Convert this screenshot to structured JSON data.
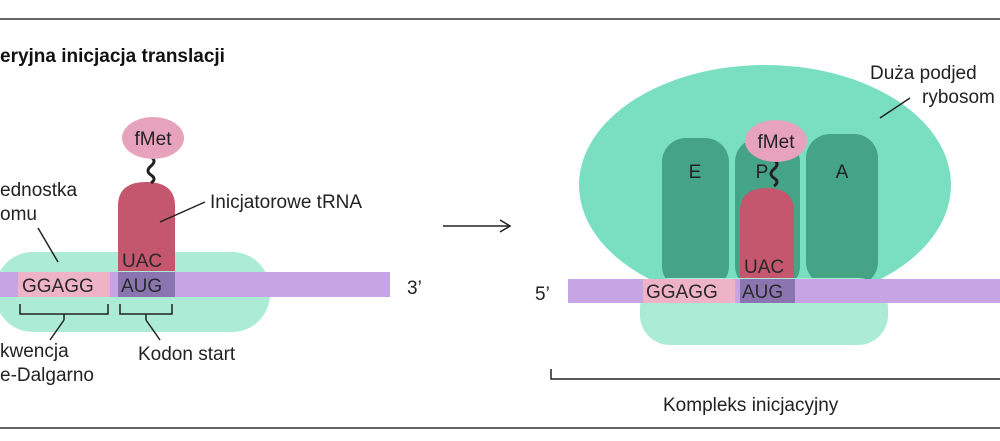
{
  "title": "eryjna inicjacja translacji",
  "colors": {
    "mrna": "#c7a4e3",
    "small_subunit": "#acebd6",
    "large_subunit": "#79dfc0",
    "ribosome_sites": "#45a485",
    "trna": "#c4566d",
    "fmet": "#e7a3bb",
    "shine_dalgarno": "#efb3c8",
    "start_codon": "#8b75b1",
    "line": "#222222"
  },
  "left_panel": {
    "small_subunit_label_line1": "ednostka",
    "small_subunit_label_line2": "omu",
    "shine_dalgarno_seq": "GGAGG",
    "start_codon": "AUG",
    "anticodon": "UAC",
    "fmet_label": "fMet",
    "trna_label": "Inicjatorowe tRNA",
    "three_prime": "3’",
    "sd_label_line1": "kwencja",
    "sd_label_line2": "e-Dalgarno",
    "start_codon_label": "Kodon start"
  },
  "arrow": "⟶",
  "right_panel": {
    "large_subunit_label_line1": "Duża podjed",
    "large_subunit_label_line2": "rybosom",
    "sites": [
      "E",
      "P",
      "A"
    ],
    "fmet_label": "fMet",
    "anticodon": "UAC",
    "shine_dalgarno_seq": "GGAGG",
    "start_codon": "AUG",
    "five_prime": "5’",
    "complex_label": "Kompleks inicjacyjny"
  }
}
